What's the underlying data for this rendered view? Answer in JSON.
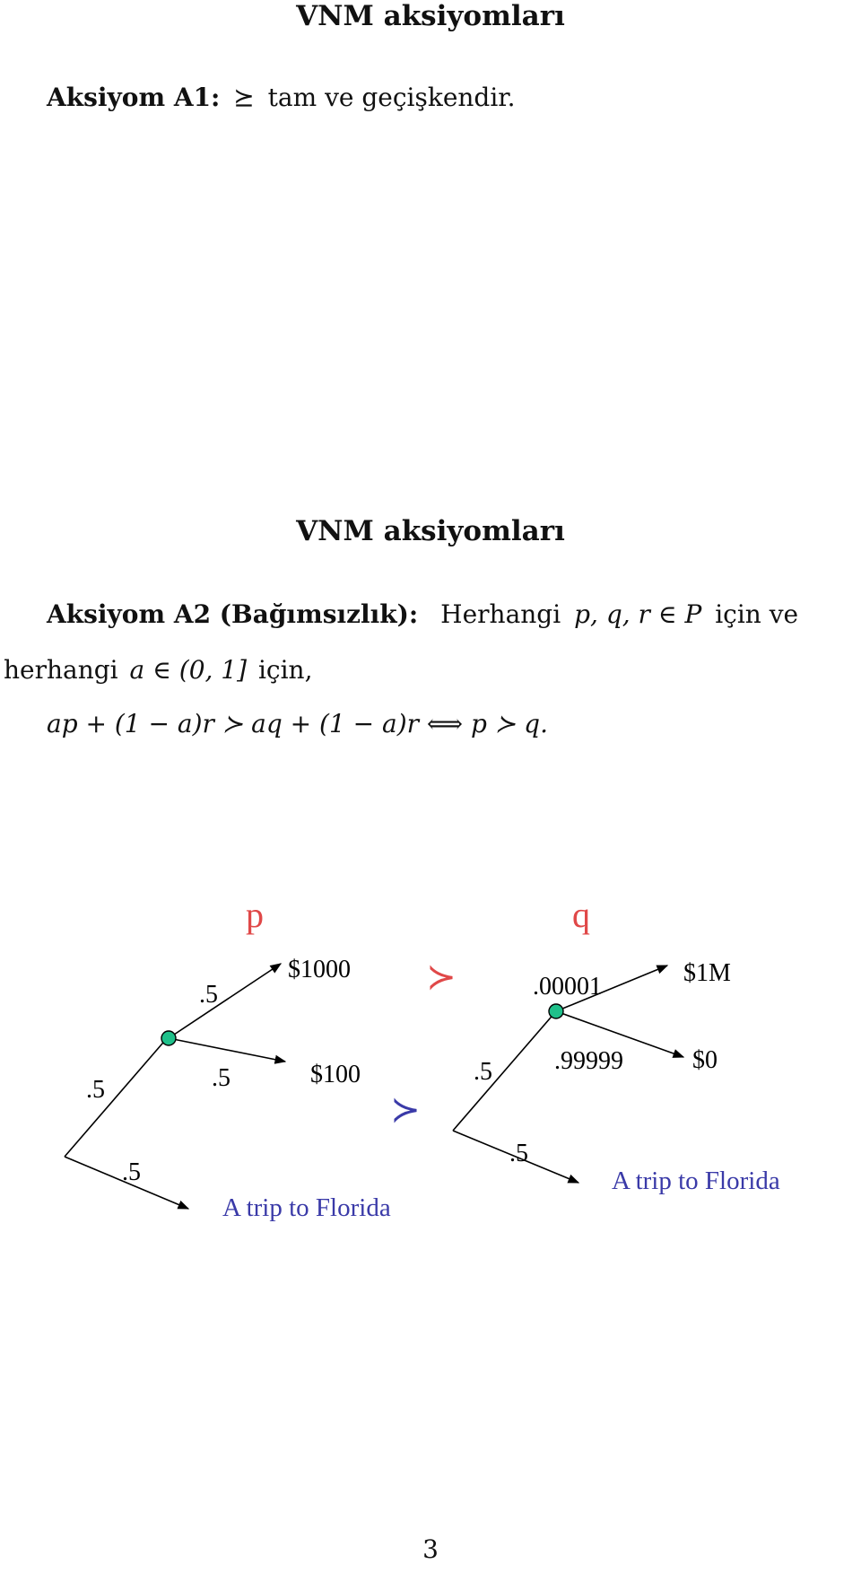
{
  "section1": {
    "title": "VNM aksiyomları",
    "axiom_label": "Aksiyom A1:",
    "axiom_symbol": "⪰",
    "axiom_text": "tam ve geçişkendir."
  },
  "section2": {
    "title": "VNM aksiyomları",
    "axiom_label": "Aksiyom A2 (Bağımsızlık):",
    "line1_text": "Herhangi",
    "line1_vars": "p, q, r ∈ P",
    "line1_end": "için ve",
    "line2_start": "herhangi",
    "line2_math": "a ∈ (0, 1]",
    "line2_end": "için,",
    "formula": "ap + (1 − a)r ≻ aq + (1 − a)r ⟺ p ≻ q."
  },
  "diagram": {
    "p_label": "p",
    "q_label": "q",
    "pref_top": "≻",
    "pref_bottom": "≻",
    "left": {
      "outer_top_prob": ".5",
      "outer_bottom_prob": ".5",
      "inner_top_prob": ".5",
      "inner_bottom_prob": ".5",
      "top_outcome": "$1000",
      "bottom_outcome": "$100",
      "florida": "A trip to Florida"
    },
    "right": {
      "outer_top_prob": ".5",
      "outer_bottom_prob": ".5",
      "inner_top_prob": ".00001",
      "inner_bottom_prob": ".99999",
      "top_outcome": "$1M",
      "bottom_outcome": "$0",
      "florida": "A trip to Florida"
    },
    "colors": {
      "red": "#e04848",
      "blue": "#3a3aa8",
      "node": "#1fc08a"
    }
  },
  "page_number": "3"
}
